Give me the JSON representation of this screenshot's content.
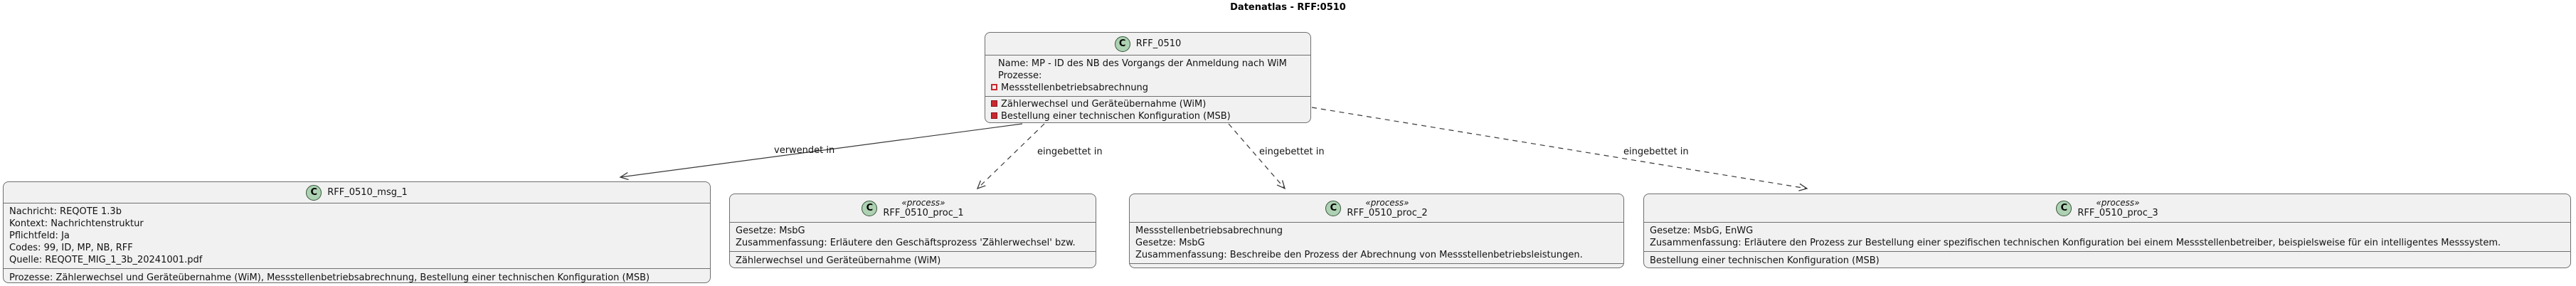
{
  "diagram_title": "Datenatlas - RFF:0510",
  "colors": {
    "background": "#FFFFFF",
    "box_fill": "#F1F1F1",
    "box_border": "#6F6F6F",
    "class_circle_fill": "#ADD1B2",
    "class_circle_border": "#37573B",
    "member_icon_red": "#C82930",
    "edge_color": "#383838",
    "text": "#121212"
  },
  "class_icon_letter": "C",
  "nodes": {
    "main": {
      "name": "RFF_0510",
      "fields": {
        "name_line": "Name: MP - ID des NB des Vorgangs der Anmeldung nach WiM",
        "prozesse_label": "Prozesse:",
        "prozesse_item": "Messstellenbetriebsabrechnung"
      },
      "methods": [
        "Zählerwechsel und Geräteübernahme (WiM)",
        "Bestellung einer technischen Konfiguration (MSB)"
      ]
    },
    "msg1": {
      "name": "RFF_0510_msg_1",
      "attributes": [
        "Nachricht: REQOTE 1.3b",
        "Kontext: Nachrichtenstruktur",
        "Pflichtfeld: Ja",
        "Codes: 99, ID, MP, NB, RFF",
        "Quelle: REQOTE_MIG_1_3b_20241001.pdf"
      ],
      "footer": "Prozesse: Zählerwechsel und Geräteübernahme (WiM), Messstellenbetriebsabrechnung, Bestellung einer technischen Konfiguration (MSB)"
    },
    "proc1": {
      "stereotype": "«process»",
      "name": "RFF_0510_proc_1",
      "attributes": [
        "Gesetze: MsbG",
        "Zusammenfassung: Erläutere den Geschäftsprozess 'Zählerwechsel' bzw."
      ],
      "footer": "Zählerwechsel und Geräteübernahme (WiM)"
    },
    "proc2": {
      "stereotype": "«process»",
      "name": "RFF_0510_proc_2",
      "attributes": [
        "Messstellenbetriebsabrechnung",
        "Gesetze: MsbG",
        "Zusammenfassung: Beschreibe den Prozess der Abrechnung von Messstellenbetriebsleistungen."
      ],
      "footer": ""
    },
    "proc3": {
      "stereotype": "«process»",
      "name": "RFF_0510_proc_3",
      "attributes": [
        "Gesetze: MsbG, EnWG",
        "Zusammenfassung: Erläutere den Prozess zur Bestellung einer spezifischen technischen Konfiguration bei einem Messstellenbetreiber, beispielsweise für ein intelligentes Messsystem."
      ],
      "footer": "Bestellung einer technischen Konfiguration (MSB)"
    }
  },
  "edges": [
    {
      "label": "verwendet in",
      "style": "solid",
      "from": "RFF_0510",
      "to": "RFF_0510_msg_1"
    },
    {
      "label": "eingebettet in",
      "style": "dashed",
      "from": "RFF_0510",
      "to": "RFF_0510_proc_1"
    },
    {
      "label": "eingebettet in",
      "style": "dashed",
      "from": "RFF_0510",
      "to": "RFF_0510_proc_2"
    },
    {
      "label": "eingebettet in",
      "style": "dashed",
      "from": "RFF_0510",
      "to": "RFF_0510_proc_3"
    }
  ]
}
